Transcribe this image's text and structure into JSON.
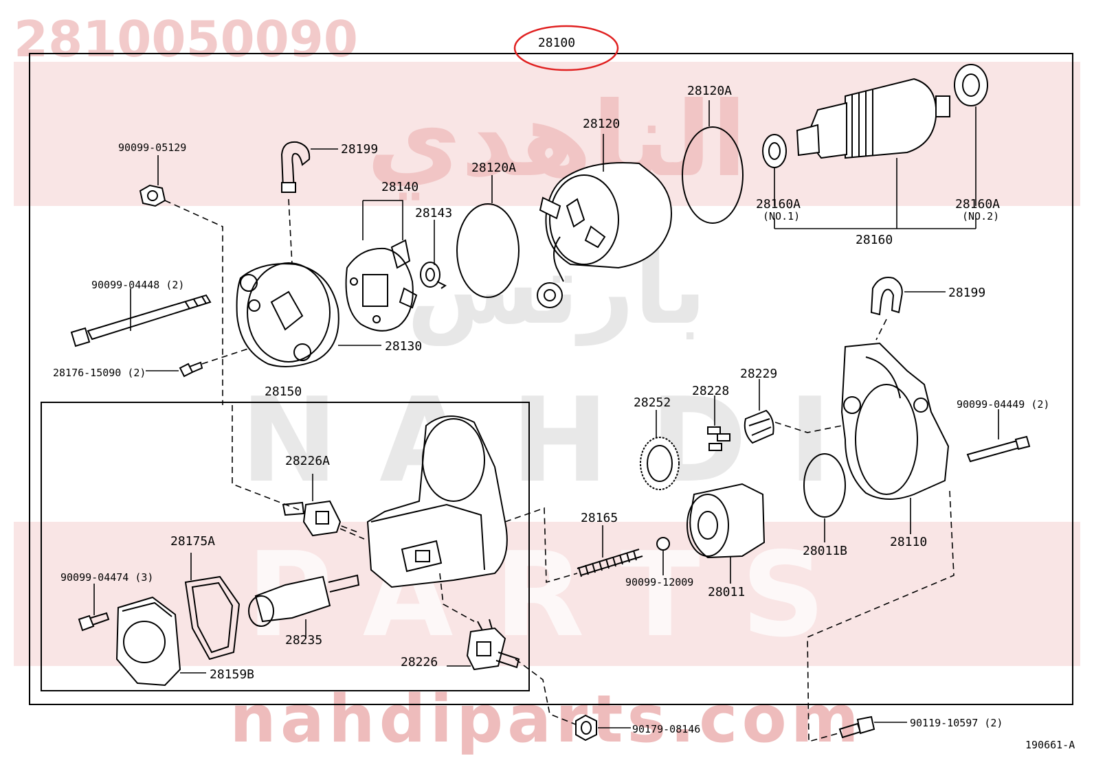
{
  "part_number": "2810050090",
  "assembly_label": "28100",
  "diagram_code": "190661-A",
  "watermarks": {
    "arabic_line1": "الناهدي",
    "arabic_line2": "بارتس",
    "latin_line1": "NAHDI",
    "latin_line2": "PARTS",
    "site": "nahdiparts.com"
  },
  "colors": {
    "highlight_circle": "#e02020",
    "watermark": "#e8a0a0",
    "line": "#000000"
  },
  "callouts": {
    "c90099_05129": "90099-05129",
    "c28199_top": "28199",
    "c28140": "28140",
    "c28143": "28143",
    "c28120A_left": "28120A",
    "c28120": "28120",
    "c28120A_right": "28120A",
    "c28160A_1": "28160A",
    "c28160A_1_sub": "(NO.1)",
    "c28160A_2": "28160A",
    "c28160A_2_sub": "(NO.2)",
    "c28160": "28160",
    "c90099_04448": "90099-04448 (2)",
    "c28130": "28130",
    "c28176_15090": "28176-15090 (2)",
    "c28199_right": "28199",
    "c28150": "28150",
    "c28252": "28252",
    "c28228": "28228",
    "c28229": "28229",
    "c90099_04449": "90099-04449 (2)",
    "c28226A": "28226A",
    "c28175A": "28175A",
    "c90099_04474": "90099-04474 (3)",
    "c28235": "28235",
    "c28159B": "28159B",
    "c28226": "28226",
    "c28165": "28165",
    "c90099_12009": "90099-12009",
    "c28011": "28011",
    "c28011B": "28011B",
    "c28110": "28110",
    "c90179_08146": "90179-08146",
    "c90119_10597": "90119-10597 (2)"
  }
}
